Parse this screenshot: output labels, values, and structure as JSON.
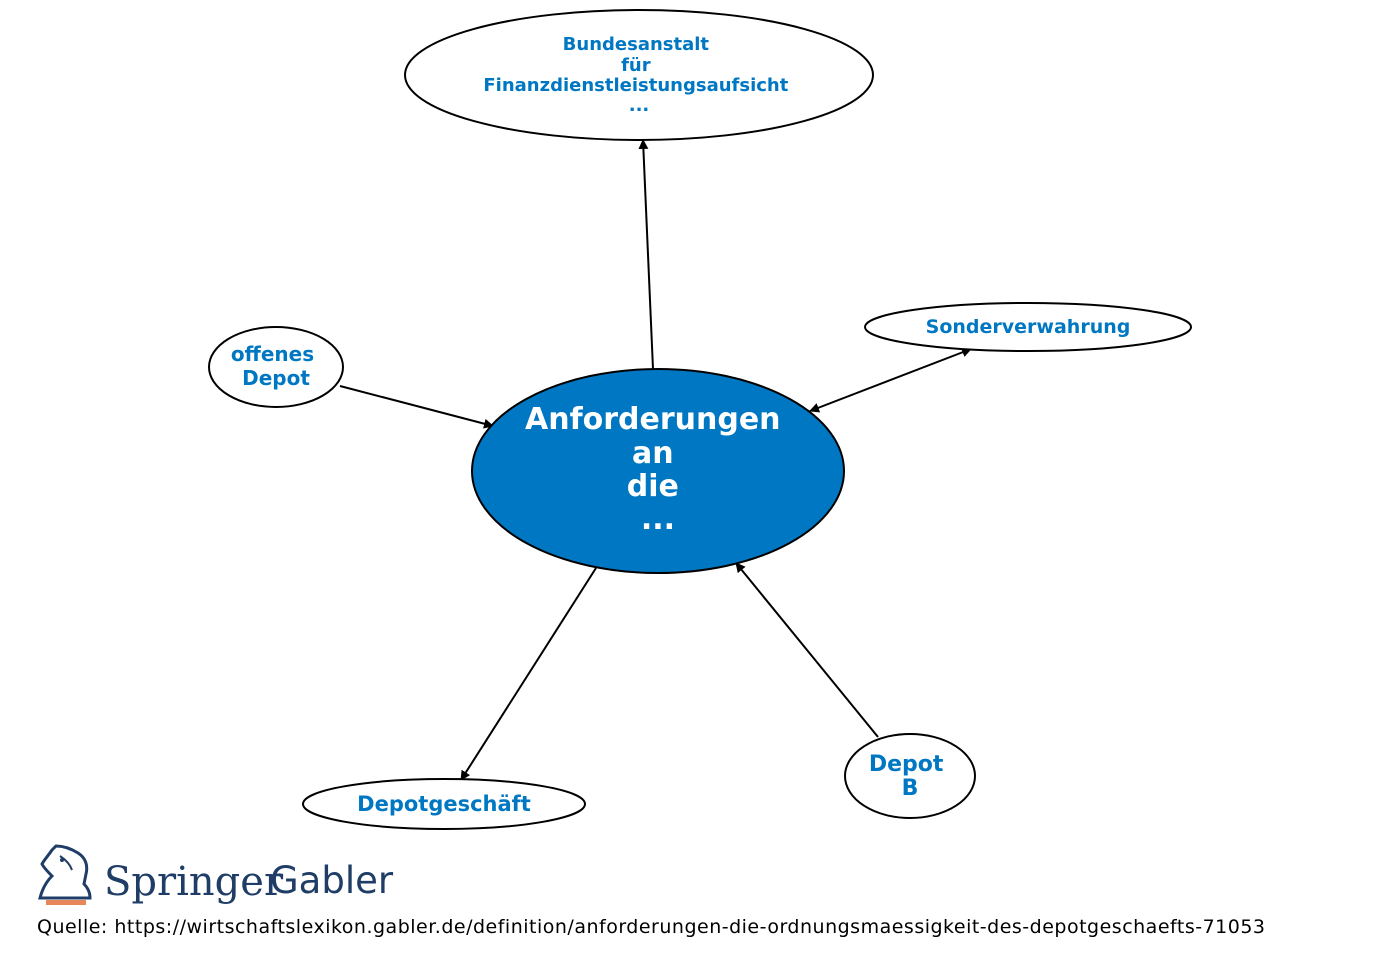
{
  "colors": {
    "center_fill": "#0077c3",
    "center_text": "#ffffff",
    "outer_text": "#0077c3",
    "stroke": "#000000",
    "logo": "#1f3d66",
    "logo_accent": "#e8885a"
  },
  "nodes": {
    "center": {
      "lines": [
        "Anforderungen",
        "an",
        "die",
        "..."
      ]
    },
    "bafin": {
      "lines": [
        "Bundesanstalt",
        "für",
        "Finanzdienstleistungsaufsicht",
        "..."
      ]
    },
    "sonderverwahrung": {
      "lines": [
        "Sonderverwahrung"
      ]
    },
    "offenes_depot": {
      "lines": [
        "offenes",
        "Depot"
      ]
    },
    "depotgeschaeft": {
      "lines": [
        "Depotgeschäft"
      ]
    },
    "depot_b": {
      "lines": [
        "Depot",
        "B"
      ]
    }
  },
  "edges": [
    {
      "from": "center",
      "to": "bafin",
      "direction": "forward"
    },
    {
      "from": "center",
      "to": "sonderverwahrung",
      "direction": "both"
    },
    {
      "from": "offenes_depot",
      "to": "center",
      "direction": "forward"
    },
    {
      "from": "center",
      "to": "depotgeschaeft",
      "direction": "forward"
    },
    {
      "from": "depot_b",
      "to": "center",
      "direction": "forward"
    }
  ],
  "logo": {
    "brand": "Springer",
    "imprint": "Gabler",
    "icon": "knight-horse-icon"
  },
  "source": {
    "label": "Quelle:",
    "url": "https://wirtschaftslexikon.gabler.de/definition/anforderungen-die-ordnungsmaessigkeit-des-depotgeschaefts-71053"
  }
}
